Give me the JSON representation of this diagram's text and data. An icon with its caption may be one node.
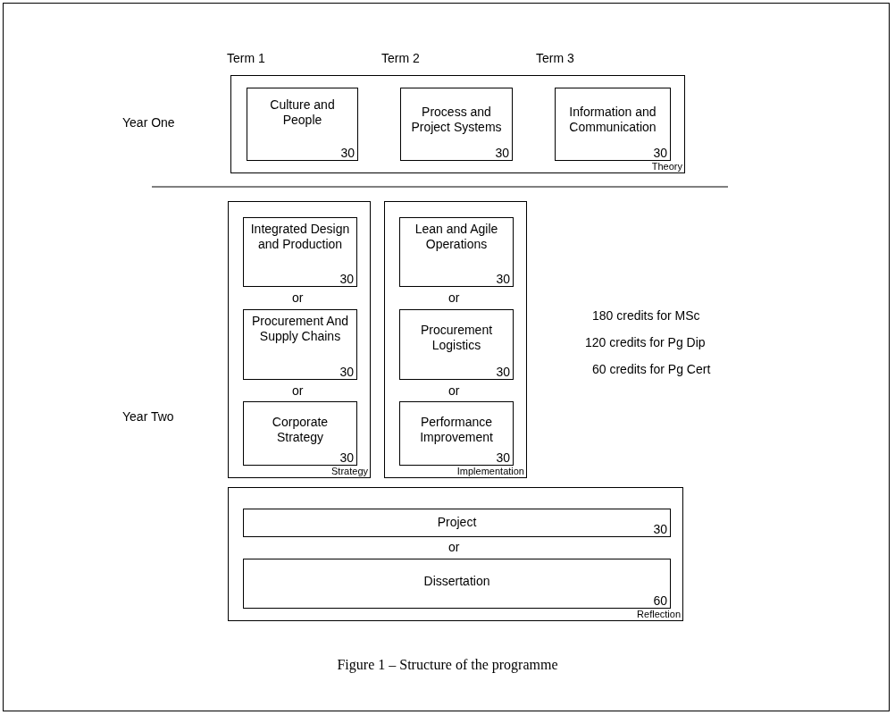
{
  "diagram": {
    "caption": "Figure 1 – Structure of the programme",
    "nodes": [
      {
        "text": [
          "Theory"
        ]
      },
      {
        "text": [
          "Culture and People",
          "30"
        ],
        "in": 0
      },
      {
        "text": [
          "Process and Project Systems",
          "30"
        ],
        "in": 0
      },
      {
        "text": [
          "Information and Communication",
          "30"
        ],
        "in": 0
      },
      {
        "text": [
          "Strategy"
        ]
      },
      {
        "text": [
          "Integrated Design and Production",
          "30"
        ],
        "in": 4
      },
      {
        "text": [
          "Procurement And Supply Chains",
          "30"
        ],
        "in": 4
      },
      {
        "text": [
          "Corporate Strategy",
          "30"
        ],
        "in": 4
      },
      {
        "text": [
          "Implementation"
        ]
      },
      {
        "text": [
          "Lean and Agile Operations",
          "30"
        ],
        "in": 8
      },
      {
        "text": [
          "Procurement Logistics",
          "30"
        ],
        "in": 8
      },
      {
        "text": [
          "Performance Improvement",
          "30"
        ],
        "in": 8
      },
      {
        "text": [
          "Reflection"
        ]
      },
      {
        "text": [
          "Project",
          "30"
        ],
        "in": 12
      },
      {
        "text": [
          "Dissertation",
          "60"
        ],
        "in": 12
      }
    ],
    "edges": [],
    "labels": [
      "Term 1",
      "Term 2",
      "Term 3",
      "Year One",
      "or",
      "or",
      "180 credits for MSc",
      "120 credits for Pg Dip",
      "60 credits for Pg Cert",
      "or",
      "or",
      "Year Two",
      "or"
    ]
  }
}
